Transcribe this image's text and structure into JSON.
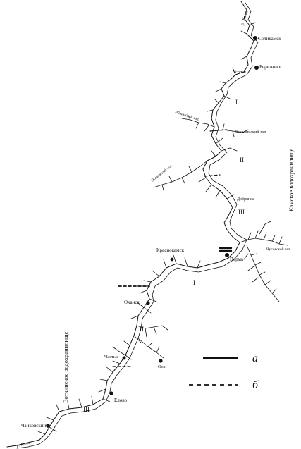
{
  "labels": {
    "river_top": "р. Кама",
    "solikamsk": "Соликамск",
    "berezniki": "Березники",
    "usolye": "Усолье",
    "yayva": "Яйвинский зал.",
    "kosvinsky": "Косьвинский зал.",
    "obvinsky": "Обвинский зал.",
    "dobryanka": "Добрянка",
    "chusovskoy": "Чусовской зал.",
    "perm": "Пермь",
    "krasnokamsk": "Краснокамск",
    "okhansk": "Оханск",
    "chastye": "Частые",
    "elovo": "Елово",
    "osa": "Оса",
    "chaikovsky": "Чайковский",
    "river_bottom": "р. Кама",
    "kama_reservoir": "Камское водохранилище",
    "votkinsk_reservoir": "Воткинское водохранилище",
    "zone_k1": "I",
    "zone_k2": "II",
    "zone_k3": "III",
    "zone_v1": "I",
    "zone_v2": "II",
    "zone_v3": "III"
  },
  "legend": {
    "solid_label": "а",
    "dashed_label": "б"
  },
  "colors": {
    "ink": "#111111",
    "background": "#ffffff"
  }
}
